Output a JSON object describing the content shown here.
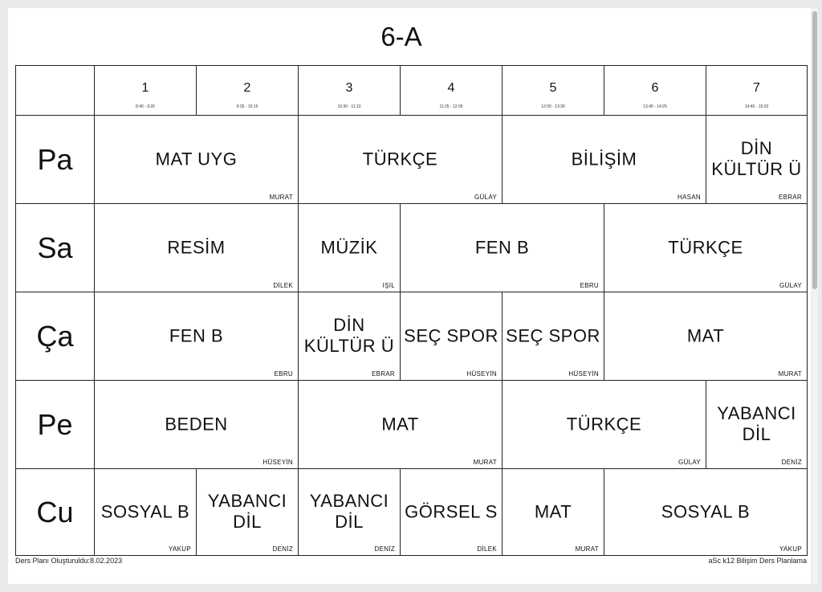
{
  "title": "6-A",
  "periods": [
    {
      "num": "1",
      "time": "8:40 - 9:20"
    },
    {
      "num": "2",
      "time": "9:35 - 10:15"
    },
    {
      "num": "3",
      "time": "10:30 - 11:10"
    },
    {
      "num": "4",
      "time": "11:25 - 12:05"
    },
    {
      "num": "5",
      "time": "12:50 - 13:30"
    },
    {
      "num": "6",
      "time": "13:45 - 14:25"
    },
    {
      "num": "7",
      "time": "14:40 - 15:20"
    }
  ],
  "days": [
    {
      "label": "Pa",
      "lessons": [
        {
          "start": 1,
          "span": 2,
          "subject": "MAT UYG",
          "teacher": "MURAT"
        },
        {
          "start": 3,
          "span": 2,
          "subject": "TÜRKÇE",
          "teacher": "GÜLAY"
        },
        {
          "start": 5,
          "span": 2,
          "subject": "BİLİŞİM",
          "teacher": "HASAN"
        },
        {
          "start": 7,
          "span": 1,
          "subject": "DİN KÜLTÜR Ü",
          "teacher": "EBRAR"
        }
      ]
    },
    {
      "label": "Sa",
      "lessons": [
        {
          "start": 1,
          "span": 2,
          "subject": "RESİM",
          "teacher": "DİLEK"
        },
        {
          "start": 3,
          "span": 1,
          "subject": "MÜZİK",
          "teacher": "IŞIL"
        },
        {
          "start": 4,
          "span": 2,
          "subject": "FEN B",
          "teacher": "EBRU"
        },
        {
          "start": 6,
          "span": 2,
          "subject": "TÜRKÇE",
          "teacher": "GÜLAY"
        }
      ]
    },
    {
      "label": "Ça",
      "lessons": [
        {
          "start": 1,
          "span": 2,
          "subject": "FEN B",
          "teacher": "EBRU"
        },
        {
          "start": 3,
          "span": 1,
          "subject": "DİN KÜLTÜR Ü",
          "teacher": "EBRAR"
        },
        {
          "start": 4,
          "span": 1,
          "subject": "SEÇ SPOR",
          "teacher": "HÜSEYİN"
        },
        {
          "start": 5,
          "span": 1,
          "subject": "SEÇ SPOR",
          "teacher": "HÜSEYİN"
        },
        {
          "start": 6,
          "span": 2,
          "subject": "MAT",
          "teacher": "MURAT"
        }
      ]
    },
    {
      "label": "Pe",
      "lessons": [
        {
          "start": 1,
          "span": 2,
          "subject": "BEDEN",
          "teacher": "HÜSEYİN"
        },
        {
          "start": 3,
          "span": 2,
          "subject": "MAT",
          "teacher": "MURAT"
        },
        {
          "start": 5,
          "span": 2,
          "subject": "TÜRKÇE",
          "teacher": "GÜLAY"
        },
        {
          "start": 7,
          "span": 1,
          "subject": "YABANCI DİL",
          "teacher": "DENİZ"
        }
      ]
    },
    {
      "label": "Cu",
      "lessons": [
        {
          "start": 1,
          "span": 1,
          "subject": "SOSYAL B",
          "teacher": "YAKUP"
        },
        {
          "start": 2,
          "span": 1,
          "subject": "YABANCI DİL",
          "teacher": "DENİZ"
        },
        {
          "start": 3,
          "span": 1,
          "subject": "YABANCI DİL",
          "teacher": "DENİZ"
        },
        {
          "start": 4,
          "span": 1,
          "subject": "GÖRSEL S",
          "teacher": "DİLEK"
        },
        {
          "start": 5,
          "span": 1,
          "subject": "MAT",
          "teacher": "MURAT"
        },
        {
          "start": 6,
          "span": 2,
          "subject": "SOSYAL B",
          "teacher": "YAKUP"
        }
      ]
    }
  ],
  "footer": {
    "created": "Ders Planı Oluşturuldu:8.02.2023",
    "software": "aSc k12 Bilişim Ders Planlama"
  }
}
